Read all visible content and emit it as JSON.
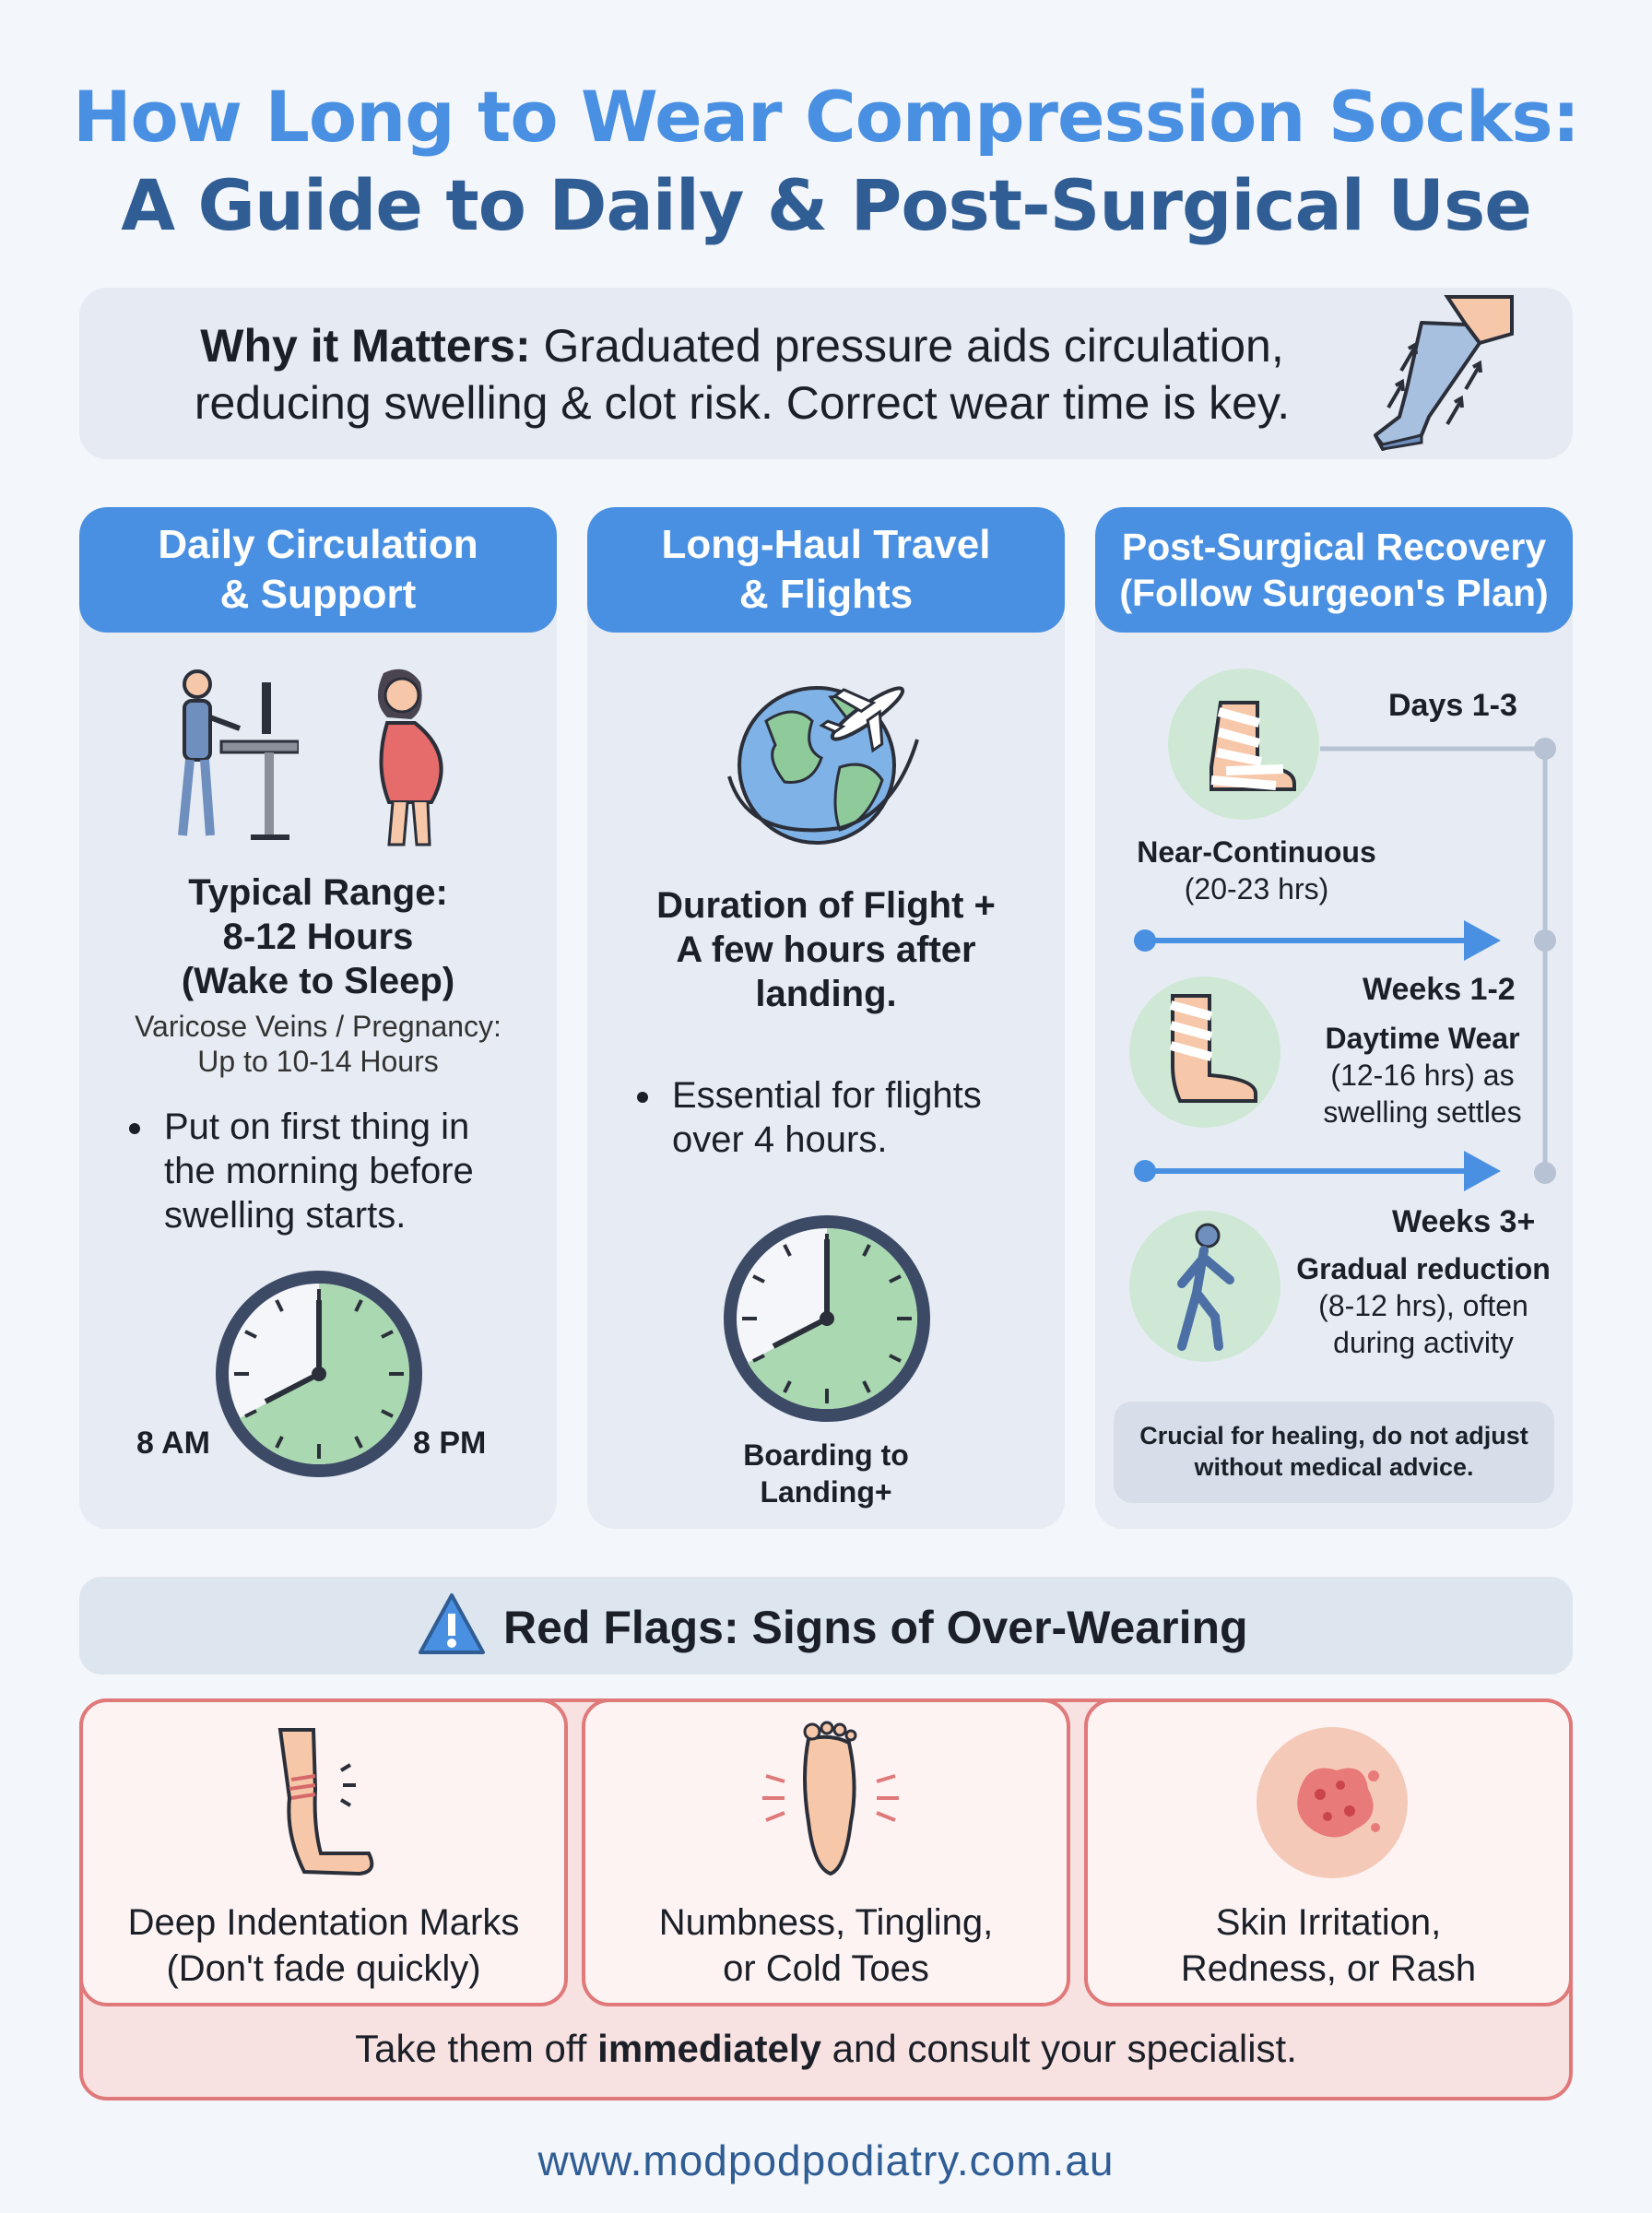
{
  "title": {
    "line1": "How Long to Wear Compression Socks:",
    "line2": "A Guide to Daily & Post-Surgical Use"
  },
  "why": {
    "label": "Why it Matters:",
    "text": " Graduated pressure aids circulation, reducing swelling & clot risk. Correct wear time is key."
  },
  "daily": {
    "heading1": "Daily Circulation",
    "heading2": "& Support",
    "range1": "Typical Range:",
    "range2": "8-12 Hours",
    "range3": "(Wake to Sleep)",
    "note1": "Varicose Veins / Pregnancy:",
    "note2": "Up to 10-14 Hours",
    "bullet": "Put on first thing in the morning before swelling starts.",
    "clock_start": "8 AM",
    "clock_end": "8 PM"
  },
  "travel": {
    "heading1": "Long-Haul Travel",
    "heading2": "& Flights",
    "duration1": "Duration of Flight +",
    "duration2": "A few hours after",
    "duration3": "landing.",
    "bullet": "Essential for flights over 4 hours.",
    "clock_label1": "Boarding to",
    "clock_label2": "Landing+"
  },
  "post": {
    "heading1": "Post-Surgical Recovery",
    "heading2": "(Follow Surgeon's Plan)",
    "stages": [
      {
        "period": "Days 1-3",
        "title": "Near-Continuous",
        "detail": "(20-23 hrs)"
      },
      {
        "period": "Weeks 1-2",
        "title": "Daytime Wear",
        "detail1": "(12-16 hrs) as",
        "detail2": "swelling settles"
      },
      {
        "period": "Weeks 3+",
        "title": "Gradual reduction",
        "detail1": "(8-12 hrs), often",
        "detail2": "during activity"
      }
    ],
    "note1": "Crucial for healing, do not adjust",
    "note2": "without medical advice."
  },
  "redflags": {
    "title": "Red Flags: Signs of Over-Wearing",
    "cards": [
      {
        "line1": "Deep Indentation Marks",
        "line2": "(Don't fade quickly)"
      },
      {
        "line1": "Numbness, Tingling,",
        "line2": "or Cold Toes"
      },
      {
        "line1": "Skin Irritation,",
        "line2": "Redness, or Rash"
      }
    ],
    "footer_pre": "Take them off ",
    "footer_bold": "immediately",
    "footer_post": " and consult your specialist."
  },
  "url": "www.modpodpodiatry.com.au",
  "colors": {
    "accent": "#4a90e2",
    "dark_blue": "#2f5d94",
    "green": "#cfe8d5",
    "red_border": "#e0797a"
  },
  "icons": [
    "sock-leg-icon",
    "standing-desk-icon",
    "pregnant-woman-icon",
    "clock-icon",
    "globe-plane-icon",
    "bandaged-foot-icon",
    "walking-person-icon",
    "warning-icon",
    "leg-marks-icon",
    "tingling-foot-icon",
    "rash-icon"
  ]
}
